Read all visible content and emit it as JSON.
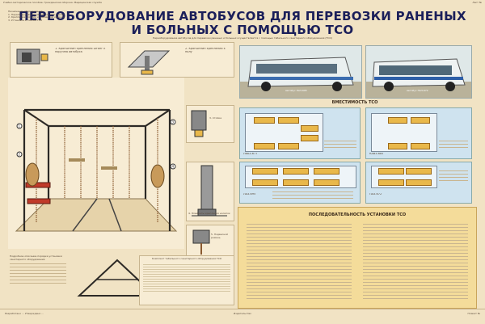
{
  "topbar": {
    "left": "Учебно-методическое пособие. Гражданская оборона. Медицинская служба",
    "right": "Лист №"
  },
  "title": {
    "line1": "ПЕРЕОБОРУДОВАНИЕ АВТОБУСОВ ДЛЯ ПЕРЕВОЗКИ РАНЕНЫХ",
    "line2": "И БОЛЬНЫХ С ПОМОЩЬЮ ТСО"
  },
  "subtitle": "Переоборудование автобусов для перевозки раненых и больных осуществляется с помощью табельного санитарного оборудования (ТСО)",
  "intro_notes": [
    "Назначение оборудования:",
    "1. Переоборудование автобусов для перевозки",
    "2. Крепление носилок к элементам каркаса",
    "3. Установка и снятие ТСО"
  ],
  "callouts": [
    {
      "num": "1",
      "text": "1. Кронштейн крепления штанг к поручню автобуса"
    },
    {
      "num": "2",
      "text": "2. Кронштейн крепления к полу"
    },
    {
      "num": "3",
      "text": "3. Стойка"
    },
    {
      "num": "4",
      "text": "4. Элементы крепления носилок"
    },
    {
      "num": "5",
      "text": "5. Подвесной ремень"
    }
  ],
  "bus_photos": [
    {
      "caption": "Автобус ЛАЗ-695"
    },
    {
      "caption": "Автобус ПАЗ-672"
    }
  ],
  "capacity_heading": "ВМЕСТИМОСТЬ ТСО",
  "layouts": [
    {
      "name": "ЛиАЗ-677"
    },
    {
      "name": "КАВЗ-685"
    },
    {
      "name": "ЛАЗ-695"
    },
    {
      "name": "ПАЗ-672"
    }
  ],
  "sequence_heading": "ПОСЛЕДОВАТЕЛЬНОСТЬ УСТАНОВКИ ТСО",
  "bottom_left_note": "Подробное описание порядка установки санитарного оборудования",
  "table_heading": "Комплект табельного санитарного оборудования ТСО",
  "footer": {
    "left": "Разработано ... Утверждено ...",
    "center": "Издательство",
    "right": "Плакат №"
  },
  "colors": {
    "title": "#1b1f5a",
    "background": "#f1e3c4",
    "accent_yellow": "#e9b84a",
    "panel_blue": "#b9d6e8"
  }
}
